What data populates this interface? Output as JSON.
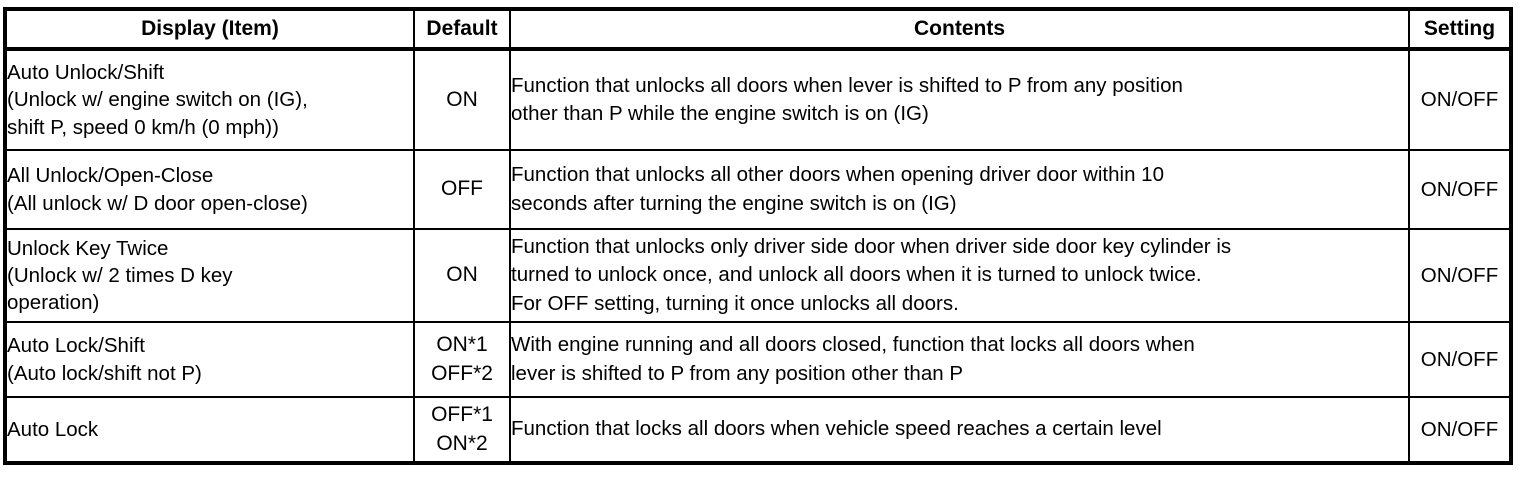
{
  "table": {
    "columns": [
      {
        "key": "display",
        "label": "Display (Item)"
      },
      {
        "key": "default",
        "label": "Default"
      },
      {
        "key": "contents",
        "label": "Contents"
      },
      {
        "key": "setting",
        "label": "Setting"
      }
    ],
    "rows": [
      {
        "display_lines": [
          "Auto Unlock/Shift",
          "(Unlock w/ engine switch on (IG),",
          "shift P, speed 0 km/h (0 mph))"
        ],
        "default_lines": [
          "ON"
        ],
        "contents_lines": [
          "Function that unlocks all doors when lever is shifted to P from any position",
          "other than P while the engine switch is on (IG)"
        ],
        "setting": "ON/OFF"
      },
      {
        "display_lines": [
          "All Unlock/Open-Close",
          "(All unlock w/ D door open-close)"
        ],
        "default_lines": [
          "OFF"
        ],
        "contents_lines": [
          "Function that unlocks all other doors when opening driver door within 10",
          "seconds after turning the engine switch is on (IG)"
        ],
        "setting": "ON/OFF"
      },
      {
        "display_lines": [
          "Unlock Key Twice",
          "(Unlock w/ 2 times D key",
          "operation)"
        ],
        "default_lines": [
          "ON"
        ],
        "contents_lines": [
          "Function that unlocks only driver side door when driver side door key cylinder is",
          "turned to unlock once, and unlock all doors when it is turned to unlock twice.",
          "For OFF setting, turning it once unlocks all doors."
        ],
        "setting": "ON/OFF"
      },
      {
        "display_lines": [
          "Auto Lock/Shift",
          "(Auto lock/shift not P)"
        ],
        "default_lines": [
          "ON*1",
          "OFF*2"
        ],
        "contents_lines": [
          "With engine running and all doors closed, function that locks all doors when",
          "lever is shifted to P from any position other than P"
        ],
        "setting": "ON/OFF"
      },
      {
        "display_lines": [
          "Auto Lock"
        ],
        "default_lines": [
          "OFF*1",
          "ON*2"
        ],
        "contents_lines": [
          "Function that locks all doors when vehicle speed reaches a certain level"
        ],
        "setting": "ON/OFF"
      }
    ]
  },
  "colors": {
    "border": "#000000",
    "text": "#000000",
    "background": "#ffffff"
  }
}
